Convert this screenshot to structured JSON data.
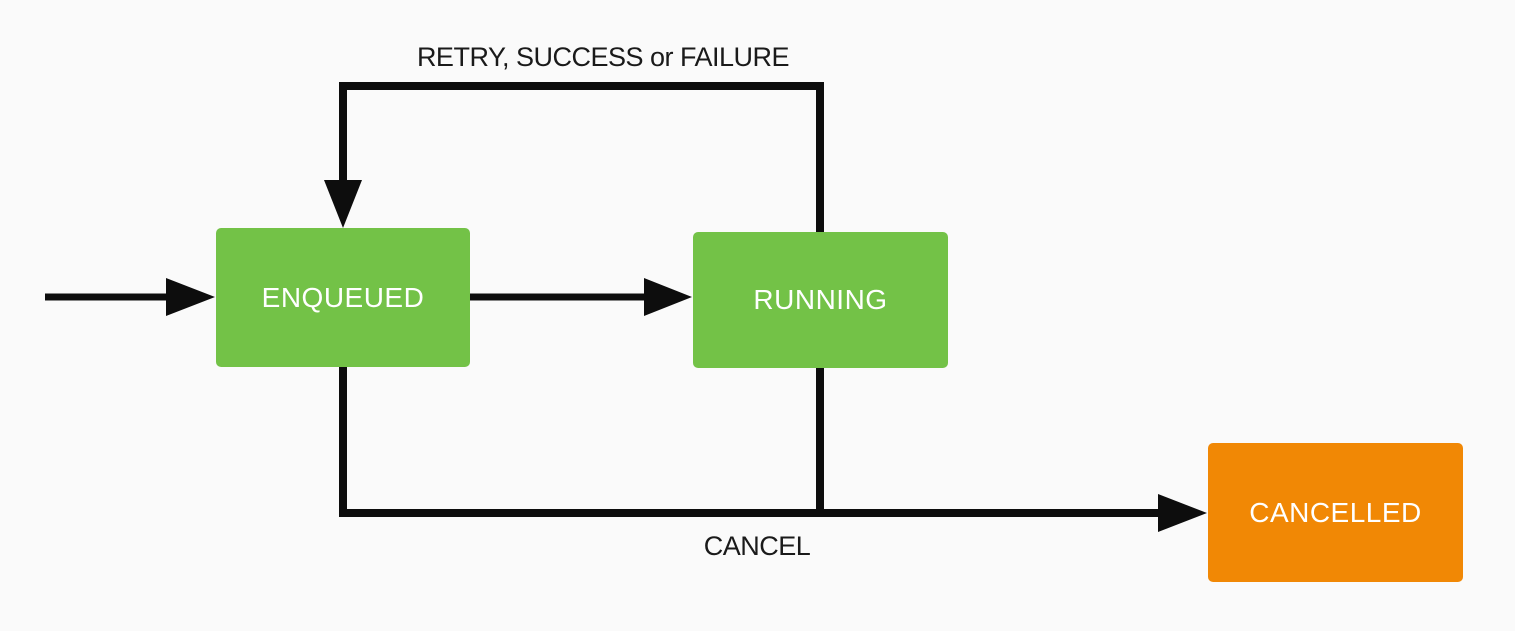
{
  "diagram": {
    "background": "#fafafa",
    "line_color": "#0d0d0d",
    "node_text_color": "#ffffff",
    "edge_label_color": "#1a1a1a",
    "node_green": "#73c247",
    "node_orange": "#f18805"
  },
  "nodes": [
    {
      "id": "enqueued",
      "label": "ENQUEUED"
    },
    {
      "id": "running",
      "label": "RUNNING"
    },
    {
      "id": "cancelled",
      "label": "CANCELLED"
    }
  ],
  "edges": [
    {
      "id": "entry",
      "from": "start",
      "to": "enqueued",
      "label": ""
    },
    {
      "id": "enqueued-to-running",
      "from": "enqueued",
      "to": "running",
      "label": ""
    },
    {
      "id": "retry-loop",
      "from": "running",
      "to": "enqueued",
      "label": "RETRY, SUCCESS or FAILURE"
    },
    {
      "id": "cancel",
      "from": "enqueued, running",
      "to": "cancelled",
      "label": "CANCEL"
    }
  ]
}
